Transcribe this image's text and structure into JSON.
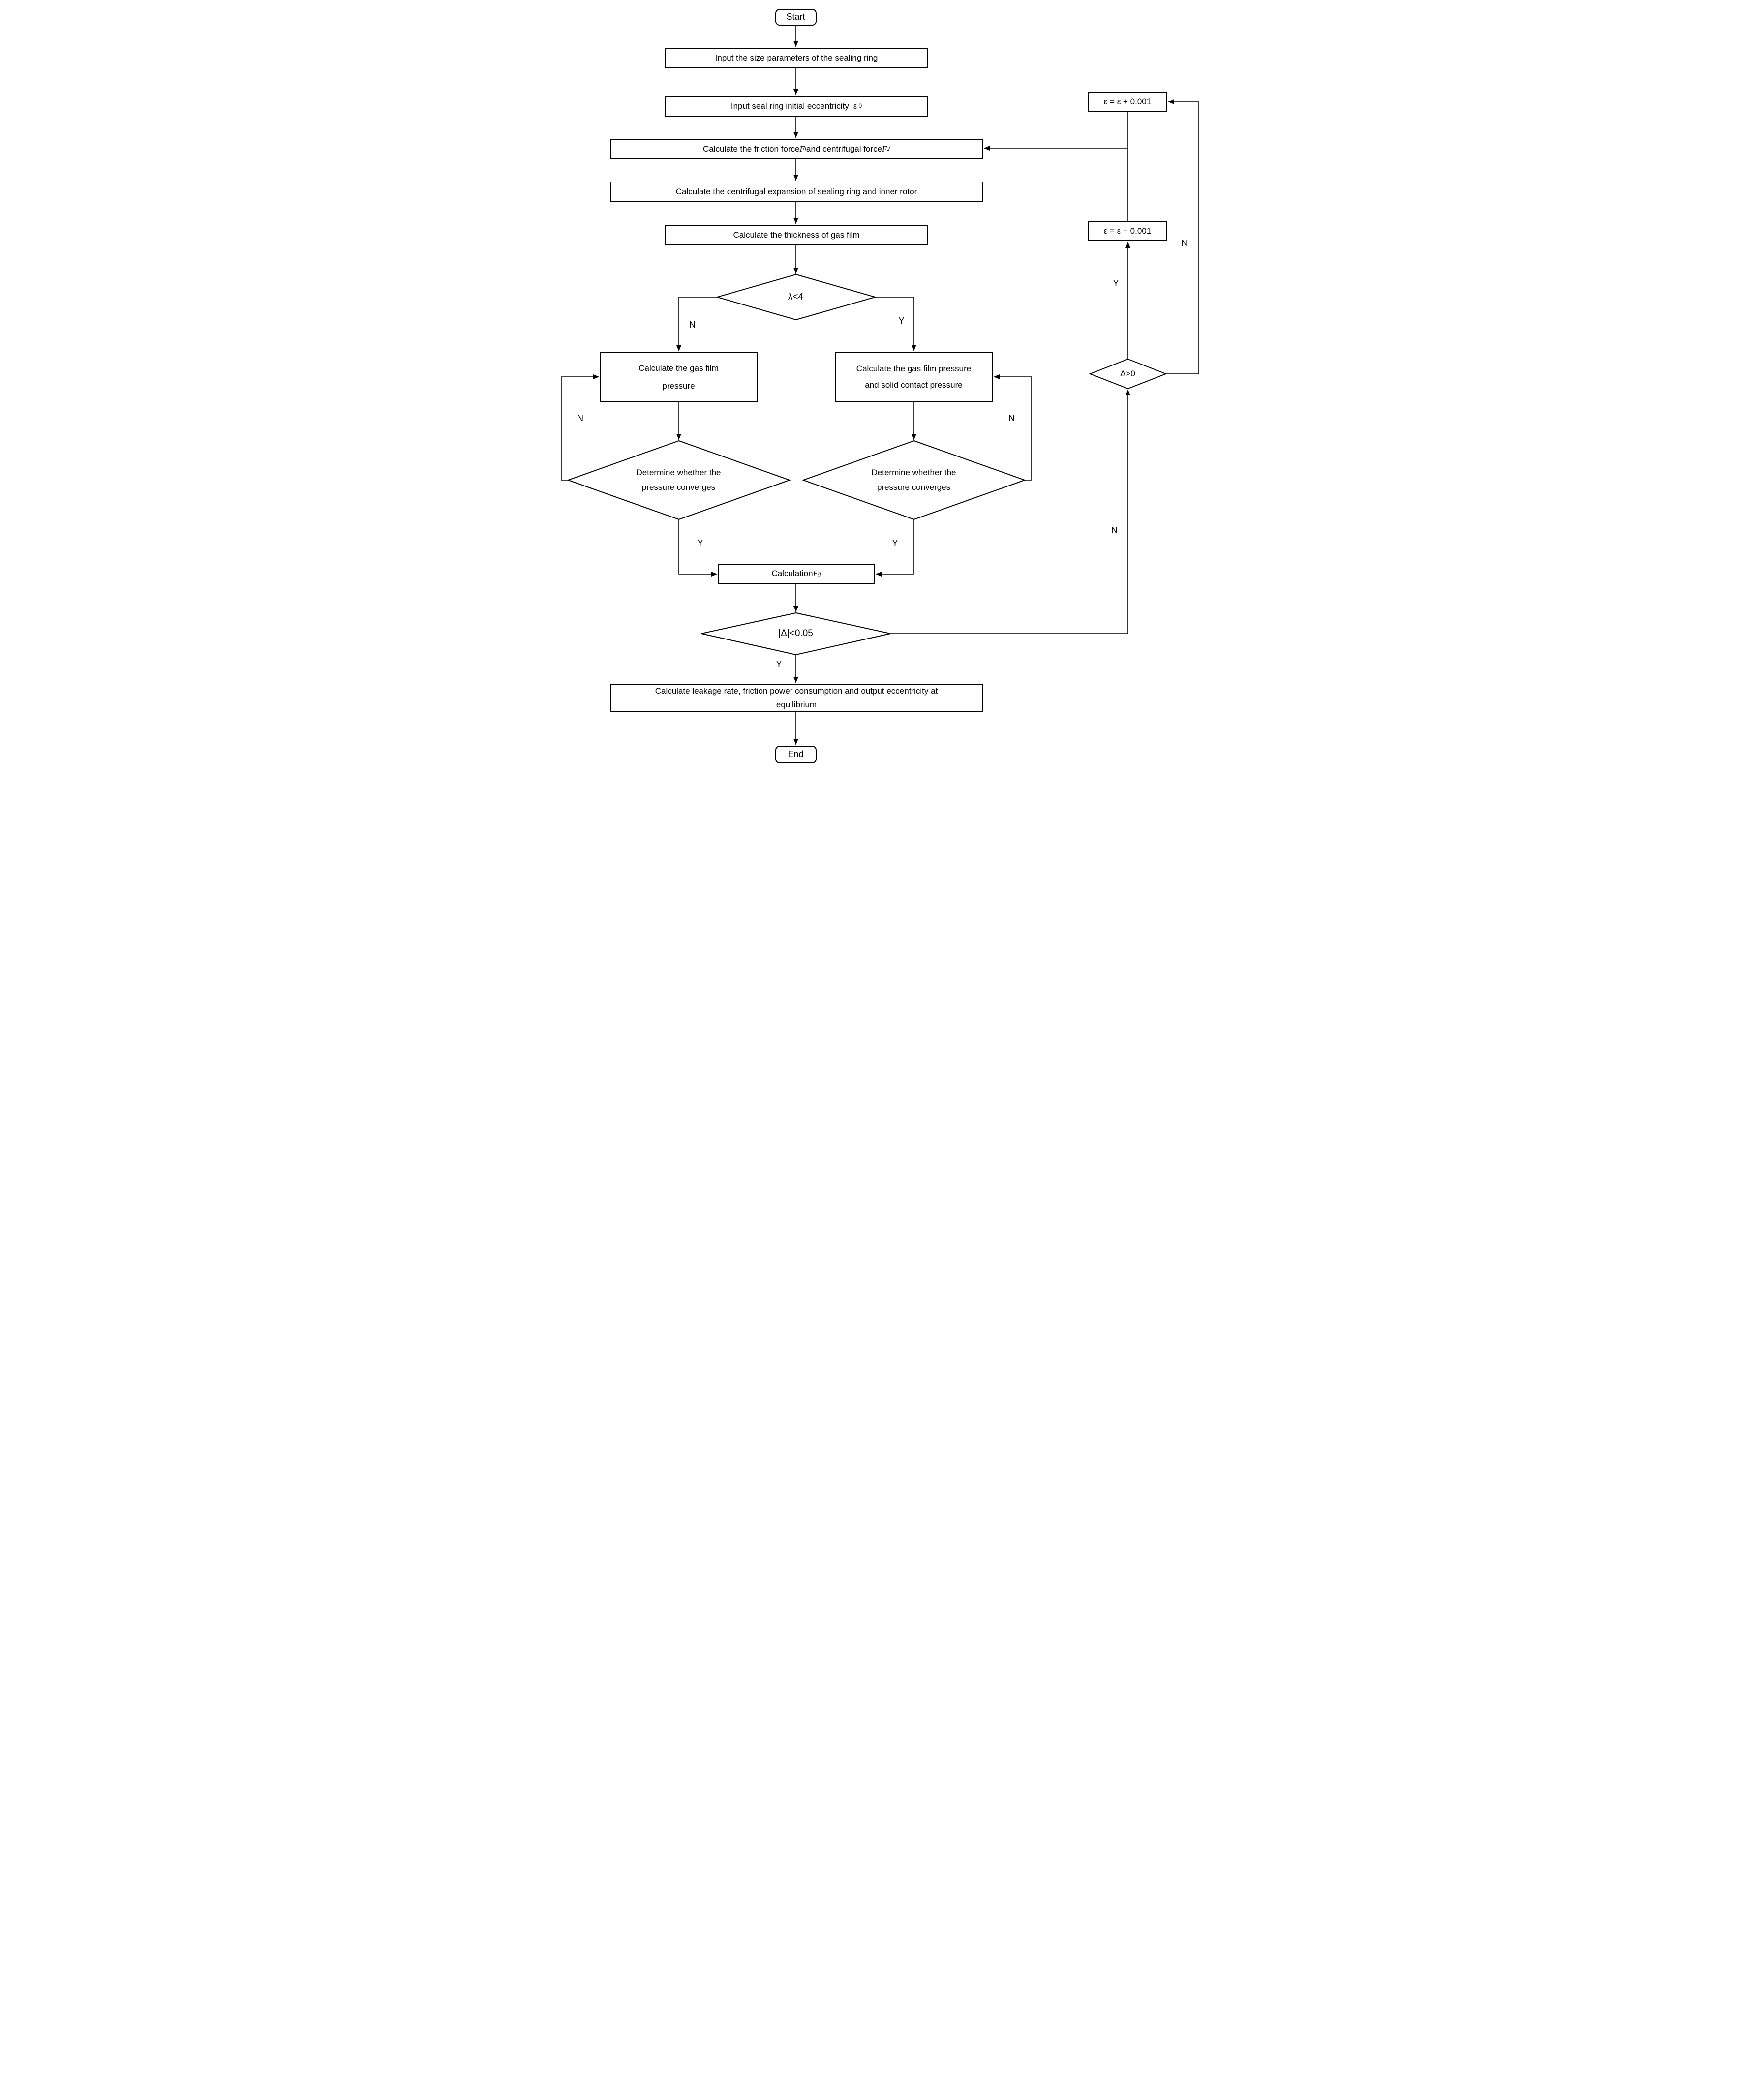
{
  "flowchart": {
    "terminals": {
      "start": "Start",
      "end": "End"
    },
    "steps": {
      "input_size": "Input the size parameters of the sealing ring",
      "input_eccentricity": {
        "text": "Input seal ring initial eccentricity",
        "symbol": "ε",
        "subscript": "0"
      },
      "calc_forces": {
        "pre": "Calculate the friction force ",
        "var1": "F",
        "var1_sub": "f",
        "mid": " and centrifugal force ",
        "var2": "F",
        "var2_sub": "2"
      },
      "calc_expansion": "Calculate the centrifugal expansion of sealing ring and inner rotor",
      "calc_film_thickness": "Calculate the thickness of gas film",
      "calc_gas_film_pressure": "Calculate the gas film pressure",
      "calc_gas_solid_pressure": "Calculate the gas film pressure and solid contact pressure",
      "calculation_fg": {
        "pre": "Calculation ",
        "var": "F",
        "var_sub": "g"
      },
      "calc_output": "Calculate leakage rate, friction power consumption and output eccentricity at equilibrium",
      "eps_increase": "ε = ε + 0.001",
      "eps_decrease": "ε = ε − 0.001"
    },
    "decisions": {
      "lambda_lt_4": "λ<4",
      "pressure_converges_left": "Determine whether the pressure converges",
      "pressure_converges_right": "Determine whether the pressure converges",
      "delta_abs_lt": "|Δ|<0.05",
      "delta_gt_zero": "Δ>0"
    },
    "branch_labels": {
      "yes": "Y",
      "no": "N"
    },
    "colors": {
      "stroke": "#000000",
      "fill": "#ffffff"
    }
  }
}
